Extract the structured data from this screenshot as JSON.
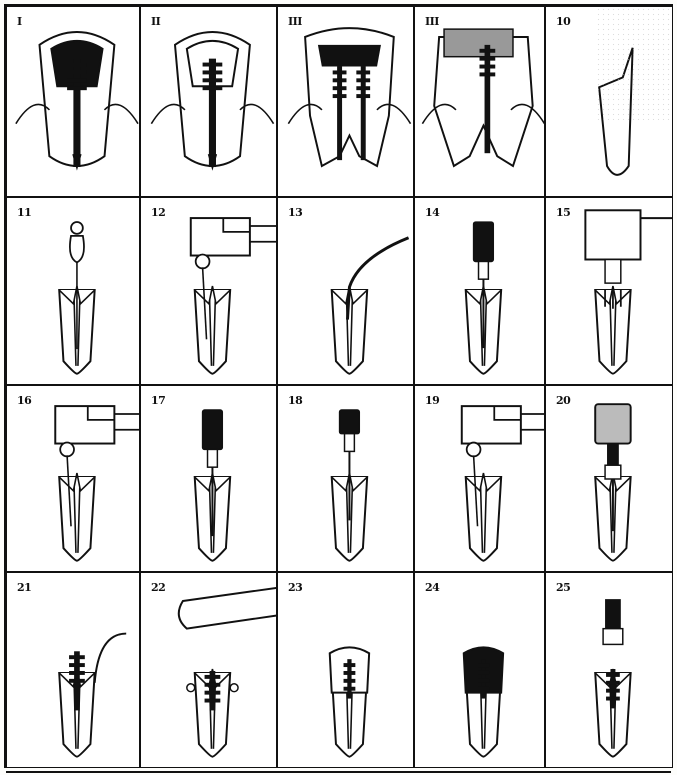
{
  "figure": {
    "panels": [
      {
        "id": "I",
        "label": "I",
        "tool": "tooth-crown-post"
      },
      {
        "id": "II",
        "label": "II",
        "tool": "tooth-crown-post"
      },
      {
        "id": "III",
        "label": "III",
        "tool": "tooth-two-root-posts"
      },
      {
        "id": "IIII",
        "label": "III",
        "tool": "tooth-molar-core"
      },
      {
        "id": "10",
        "label": "10",
        "tool": "fractured-root"
      },
      {
        "id": "11",
        "label": "11",
        "tool": "hand-file"
      },
      {
        "id": "12",
        "label": "12",
        "tool": "contra-angle-file"
      },
      {
        "id": "13",
        "label": "13",
        "tool": "probe"
      },
      {
        "id": "14",
        "label": "14",
        "tool": "rotary-drill"
      },
      {
        "id": "15",
        "label": "15",
        "tool": "handpiece-drill"
      },
      {
        "id": "16",
        "label": "16",
        "tool": "contra-angle-drill"
      },
      {
        "id": "17",
        "label": "17",
        "tool": "rotary-drill"
      },
      {
        "id": "18",
        "label": "18",
        "tool": "short-drill"
      },
      {
        "id": "19",
        "label": "19",
        "tool": "contra-angle-lentulo"
      },
      {
        "id": "20",
        "label": "20",
        "tool": "post-driver"
      },
      {
        "id": "21",
        "label": "21",
        "tool": "post-cement-tool"
      },
      {
        "id": "22",
        "label": "22",
        "tool": "finger-seat-post"
      },
      {
        "id": "23",
        "label": "23",
        "tool": "core-buildup"
      },
      {
        "id": "24",
        "label": "24",
        "tool": "crown-post"
      },
      {
        "id": "25",
        "label": "25",
        "tool": "post-driver-final"
      }
    ]
  }
}
